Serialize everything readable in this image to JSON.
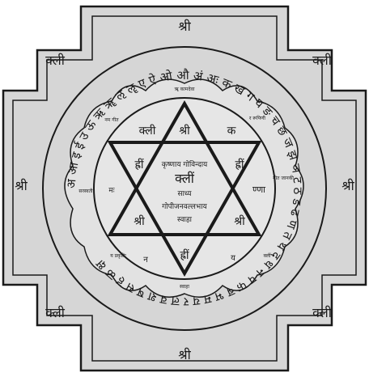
{
  "diagram": {
    "corner_bijas": {
      "top": "श्री",
      "top_right": "क्ली",
      "right": "श्री",
      "bottom_right": "क्ली",
      "bottom": "श्री",
      "bottom_left": "क्ली",
      "left": "श्री",
      "top_left": "क्ली"
    },
    "alphabet_ring": "अ आ इ ई उ ऊ ऋ ॠ ऌ ॡ ए ऐ ओ औ अं अः क ख ग घ ङ च छ ज झ ञ ट ठ ड ढ ण त थ द ध न प फ ब भ म य र ल व श ष स ह ळ क्ष",
    "petals": [
      "ॠ कामदेवा",
      "र रूपिणी",
      "गीत जानकी",
      "क्लीं",
      "स्वाहा",
      "य प्रकृतिः",
      "सरस्वती",
      "नम गीत"
    ],
    "star_points": {
      "top": "श्री",
      "upper_left": "क्ली",
      "upper_right": "क",
      "left": "ह्रीं",
      "right": "ह्रीं",
      "far_left": "मः",
      "far_right": "ण्णा",
      "lower_left": "श्री",
      "lower_right": "श्री",
      "bottom": "ह्रीं",
      "bottom_left": "न",
      "bottom_right": "य"
    },
    "center_lines": [
      "कृष्णाय गोविन्दाय",
      "क्लीं",
      "साध्य",
      "गोपीजनवल्लभाय",
      "स्वाहा"
    ]
  }
}
